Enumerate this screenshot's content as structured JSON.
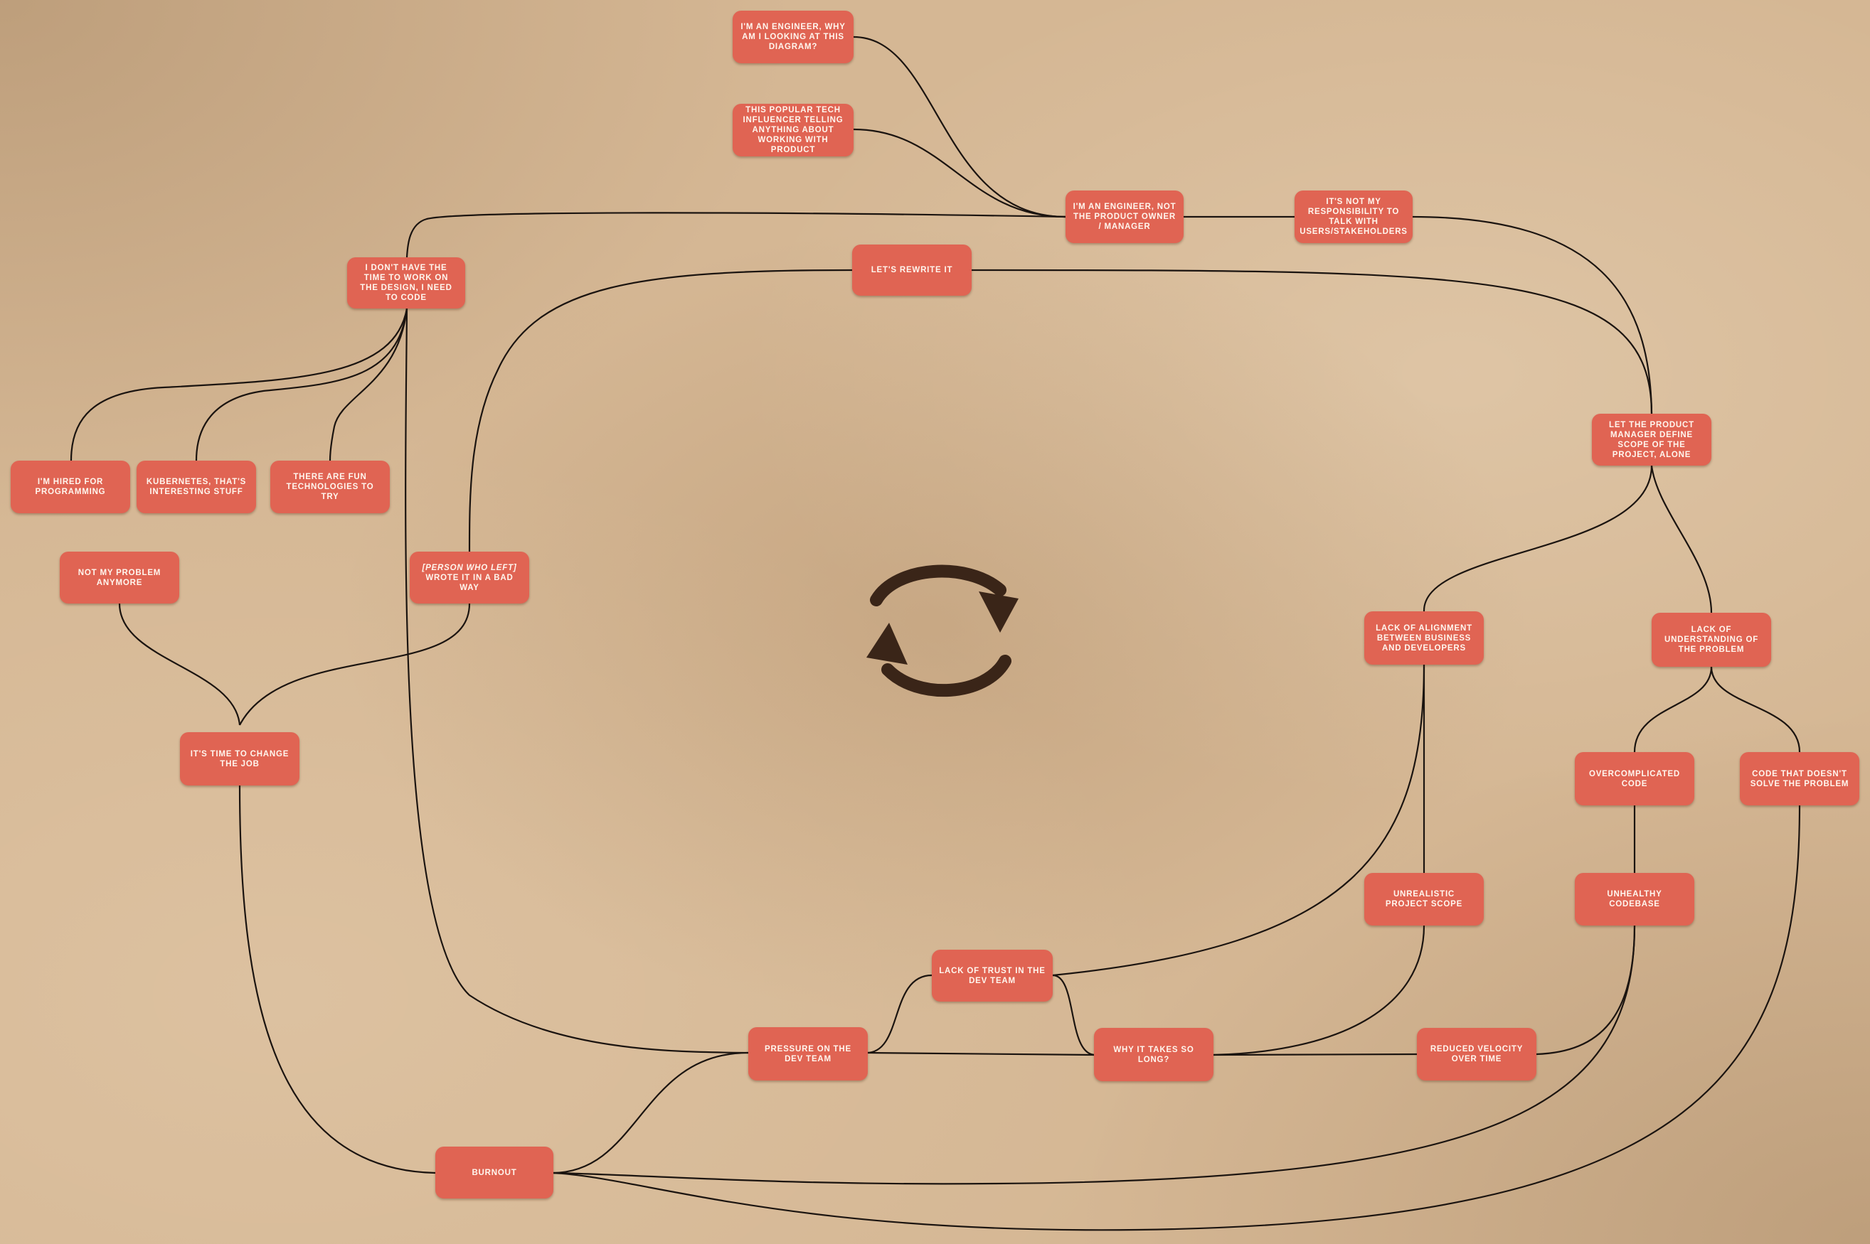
{
  "diagram": {
    "nodes": {
      "engineer_why": "I'm an engineer, why am I looking at this diagram?",
      "influencer": "This popular tech influencer telling anything about working with product",
      "not_po": "I'm an engineer, not the product owner / manager",
      "not_my_resp": "It's not my responsibility to talk with users/stakeholders",
      "no_time_design": "I don't have the time to work on the design, I need to code",
      "rewrite": "Let's rewrite it",
      "pm_scope": "Let the product manager define scope of the project, alone",
      "hired_programming": "I'm hired for programming",
      "kubernetes": "Kubernetes, that's interesting stuff",
      "fun_tech": "There are fun technologies to try",
      "not_my_problem": "Not my problem anymore",
      "person_left_prefix": "[Person who left]",
      "person_left_suffix": " wrote it in a bad way",
      "change_job": "It's time to change the job",
      "lack_alignment": "Lack of alignment between business and developers",
      "lack_understanding": "Lack of understanding of the problem",
      "overcomplicated": "Overcomplicated code",
      "code_not_solve": "Code that doesn't solve the problem",
      "unrealistic_scope": "Unrealistic project scope",
      "unhealthy_codebase": "Unhealthy codebase",
      "lack_trust": "Lack of trust in the dev team",
      "pressure": "Pressure on the dev team",
      "why_long": "Why it takes so long?",
      "reduced_velocity": "Reduced velocity over time",
      "burnout": "Burnout"
    },
    "center_icon": "refresh-cycle-icon",
    "colors": {
      "node": "#e06453",
      "node_text": "#fff6ee",
      "edge": "#1b1410",
      "background": "#d5b794",
      "icon": "#3a2518"
    }
  }
}
